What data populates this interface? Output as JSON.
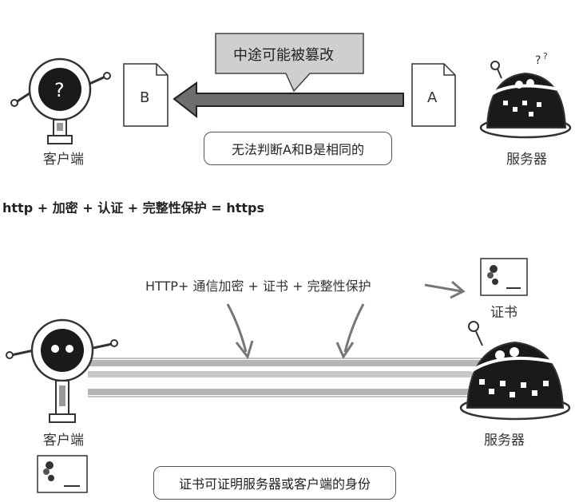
{
  "top": {
    "client_label": "客户端",
    "server_label": "服务器",
    "tamper_bubble": "中途可能被篡改",
    "doc_left_letter": "B",
    "doc_right_letter": "A",
    "cannot_judge_box": "无法判断A和B是相同的"
  },
  "formula": "http + 加密 + 认证 + 完整性保护 = https",
  "bottom": {
    "https_label": "HTTP+ 通信加密 + 证书 + 完整性保护",
    "cert_label": "证书",
    "client_label": "客户端",
    "server_label": "服务器",
    "caption_box": "证书可证明服务器或客户端的身份"
  },
  "colors": {
    "arrow_fill": "#6e6e6e",
    "bubble_fill": "#cfcfcf",
    "robot_dark": "#1a1a1a",
    "tunnel_gray": "#b5b5b5"
  }
}
